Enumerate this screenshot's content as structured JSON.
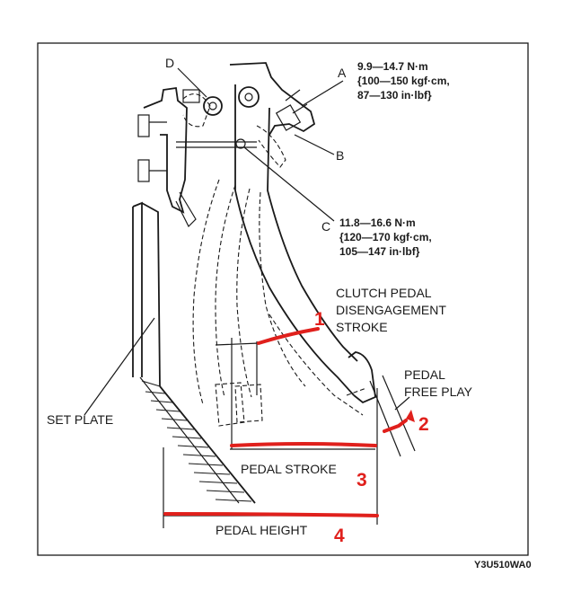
{
  "labels": {
    "a": "A",
    "b": "B",
    "c": "C",
    "d": "D",
    "torque_a": [
      "9.9—14.7 N·m",
      "{100—150 kgf·cm,",
      "87—130 in·lbf}"
    ],
    "torque_c": [
      "11.8—16.6 N·m",
      "{120—170 kgf·cm,",
      "105—147 in·lbf}"
    ],
    "disengagement": [
      "CLUTCH PEDAL",
      "DISENGAGEMENT",
      "STROKE"
    ],
    "free_play": [
      "PEDAL",
      "FREE PLAY"
    ],
    "set_plate": "SET PLATE",
    "pedal_stroke": "PEDAL STROKE",
    "pedal_height": "PEDAL HEIGHT",
    "figure_code": "Y3U510WA0"
  },
  "annotations": [
    "1",
    "2",
    "3",
    "4"
  ],
  "colors": {
    "ink": "#1a1a1a",
    "annotation_red": "#e0201c",
    "background": "#ffffff"
  }
}
